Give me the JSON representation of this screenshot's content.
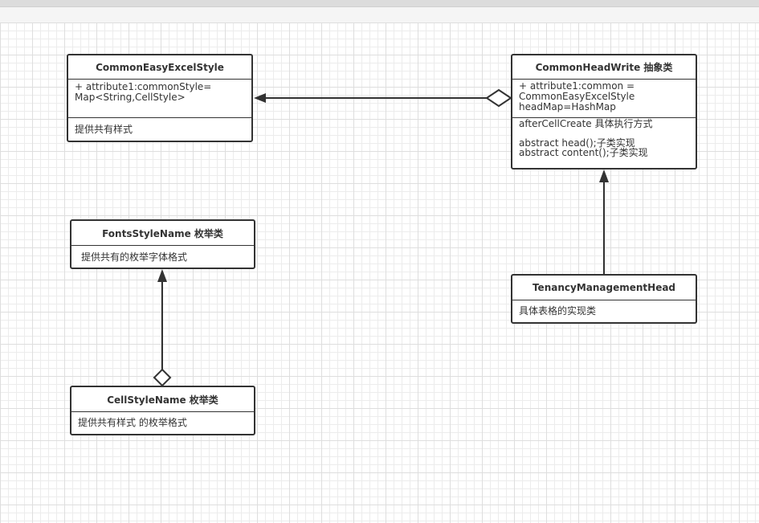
{
  "classes": {
    "common_easy_excel_style": {
      "name": "CommonEasyExcelStyle",
      "attributes": "+ attribute1:commonStyle=\nMap<String,CellStyle>",
      "methods": "提供共有样式"
    },
    "common_head_write": {
      "name": "CommonHeadWrite 抽象类",
      "attributes": "+ attribute1:common =\nCommonEasyExcelStyle\nheadMap=HashMap",
      "methods": "afterCellCreate 具体执行方式\n\nabstract head();子类实现\nabstract content();子类实现"
    },
    "fonts_style_name": {
      "name": "FontsStyleName 枚举类",
      "description": "提供共有的枚举字体格式"
    },
    "tenancy_management_head": {
      "name": "TenancyManagementHead",
      "description": "具体表格的实现类"
    },
    "cell_style_name": {
      "name": "CellStyleName 枚举类",
      "description": "提供共有样式 的枚举格式"
    }
  },
  "relations": [
    {
      "from": "CommonHeadWrite 抽象类",
      "to": "CommonEasyExcelStyle",
      "type": "aggregation"
    },
    {
      "from": "TenancyManagementHead",
      "to": "CommonHeadWrite 抽象类",
      "type": "inheritance"
    },
    {
      "from": "CellStyleName 枚举类",
      "to": "FontsStyleName 枚举类",
      "type": "aggregation"
    }
  ],
  "colors": {
    "line": "#333333",
    "grid": "#ececec",
    "background": "#ffffff"
  }
}
